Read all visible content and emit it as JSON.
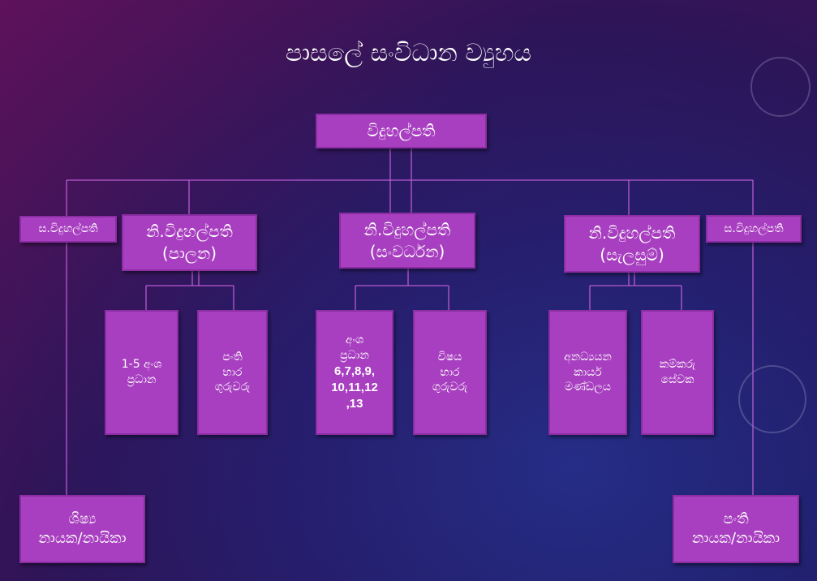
{
  "title": "පාසලේ සංවිධාන ව්‍යුහය",
  "principal": "විදුහල්පති",
  "level2": {
    "assistant_left": "ස.විදුහල්පති",
    "deputy_admin": [
      "නි.විදුහල්පති",
      "(පාලන)"
    ],
    "deputy_dev": [
      "නි.විදුහල්පති",
      "(සංවර්ධන)"
    ],
    "deputy_plan": [
      "නි.විදුහල්පති",
      "(සැලසුම්)"
    ],
    "assistant_right": "ස.විදුහල්පති"
  },
  "level3": {
    "section_heads_1_5": [
      "1-5 අංශ",
      "ප්‍රධාන"
    ],
    "class_teachers": [
      "පංති",
      "භාර",
      "ගුරුවරු"
    ],
    "section_heads_6_13": [
      "අංශ",
      "ප්‍රධාන",
      "6,7,8,9,",
      "10,11,12",
      ",13"
    ],
    "subject_teachers": [
      "විෂය",
      "භාර",
      "ගුරුවරු"
    ],
    "non_academic": [
      "අනධ්‍යයන",
      "කාර්ය",
      "මණ්ඩලය"
    ],
    "workers": [
      "කම්කරු",
      "සේවක"
    ]
  },
  "bottom": {
    "student_leaders": [
      "ශිෂ්‍ය",
      "නායක/නායිකා"
    ],
    "class_leaders": [
      "පංති",
      "නායක/නායිකා"
    ]
  },
  "colors": {
    "box": "#a83fc0",
    "line": "#b85ad0"
  }
}
